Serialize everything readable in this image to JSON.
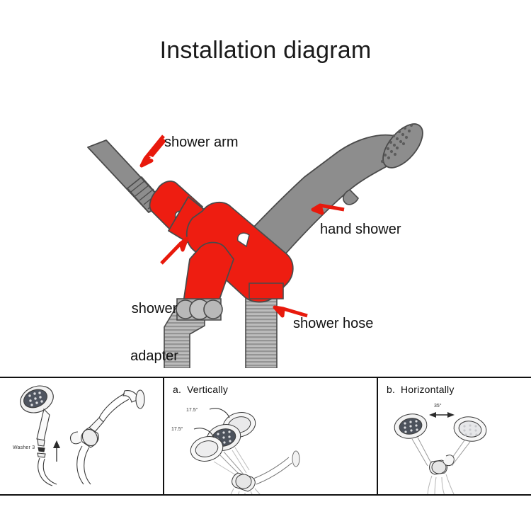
{
  "page": {
    "title": "Installation diagram",
    "background": "#ffffff"
  },
  "colors": {
    "adapter_red": "#ee1d11",
    "metal_gray": "#8d8d8d",
    "outline": "#4a4a4a",
    "arrow_red": "#e8190c",
    "text": "#111111",
    "panel_border": "#111111"
  },
  "main_diagram": {
    "callouts": [
      {
        "id": "shower-arm",
        "label": "shower arm",
        "arrow": "down-left"
      },
      {
        "id": "hand-shower",
        "label": "hand shower",
        "arrow": "up-left"
      },
      {
        "id": "shower-adapter",
        "label_line1": "shower",
        "label_line2": "adapter",
        "arrow": "up-right"
      },
      {
        "id": "shower-hose",
        "label": "shower hose",
        "arrow": "up-left"
      }
    ],
    "parts": [
      {
        "name": "shower-arm",
        "color": "#8d8d8d"
      },
      {
        "name": "shower-adapter",
        "color": "#ee1d11"
      },
      {
        "name": "hand-shower",
        "color": "#8d8d8d"
      },
      {
        "name": "shower-hose",
        "color": "#9a9a9a"
      }
    ]
  },
  "panels": [
    {
      "id": "panel-parts",
      "heading_letter": "",
      "heading_text": "",
      "washer_label": "Washer 3"
    },
    {
      "id": "panel-vertical",
      "heading_letter": "a.",
      "heading_text": "Vertically",
      "angles": [
        "17.5°",
        "17.5°"
      ]
    },
    {
      "id": "panel-horizontal",
      "heading_letter": "b.",
      "heading_text": "Horizontally",
      "angles": [
        "35°"
      ]
    }
  ]
}
